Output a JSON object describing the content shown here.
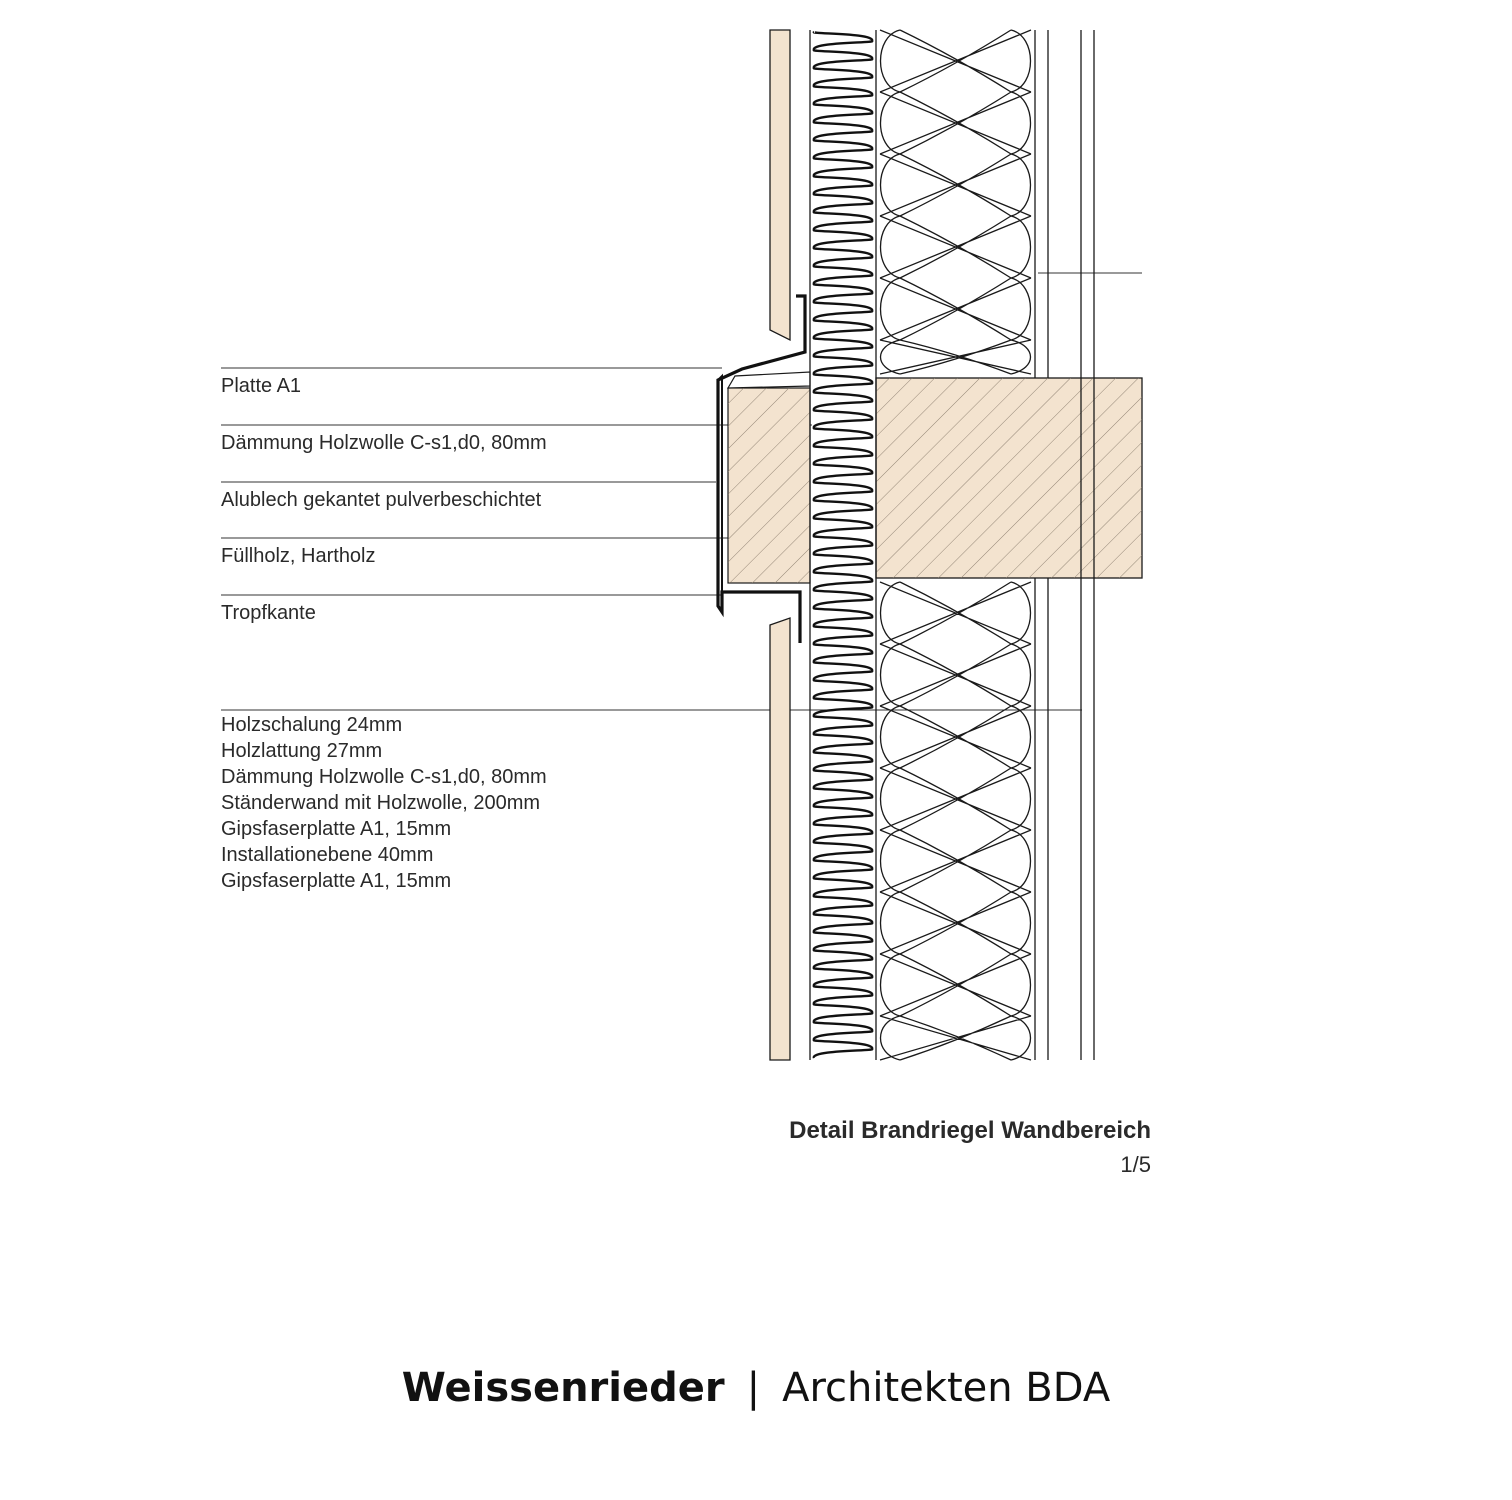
{
  "labels": {
    "platte": "Platte A1",
    "daemmung": "Dämmung Holzwolle C-s1,d0, 80mm",
    "alublech": "Alublech gekantet pulverbeschichtet",
    "fuellholz": "Füllholz, Hartholz",
    "tropfkante": "Tropfkante"
  },
  "wall_layers": [
    "Holzschalung 24mm",
    "Holzlattung 27mm",
    "Dämmung Holzwolle C-s1,d0, 80mm",
    "Ständerwand mit Holzwolle, 200mm",
    "Gipsfaserplatte A1, 15mm",
    "Installationebene 40mm",
    "Gipsfaserplatte A1, 15mm"
  ],
  "title": "Detail Brandriegel Wandbereich",
  "scale": "1/5",
  "footer": {
    "company": "Weissenrieder",
    "separator": "|",
    "suffix": "Architekten BDA"
  },
  "colors": {
    "wood": "#f3e3cf",
    "line": "#1a1a1a",
    "hatch": "#8a7d6d"
  }
}
